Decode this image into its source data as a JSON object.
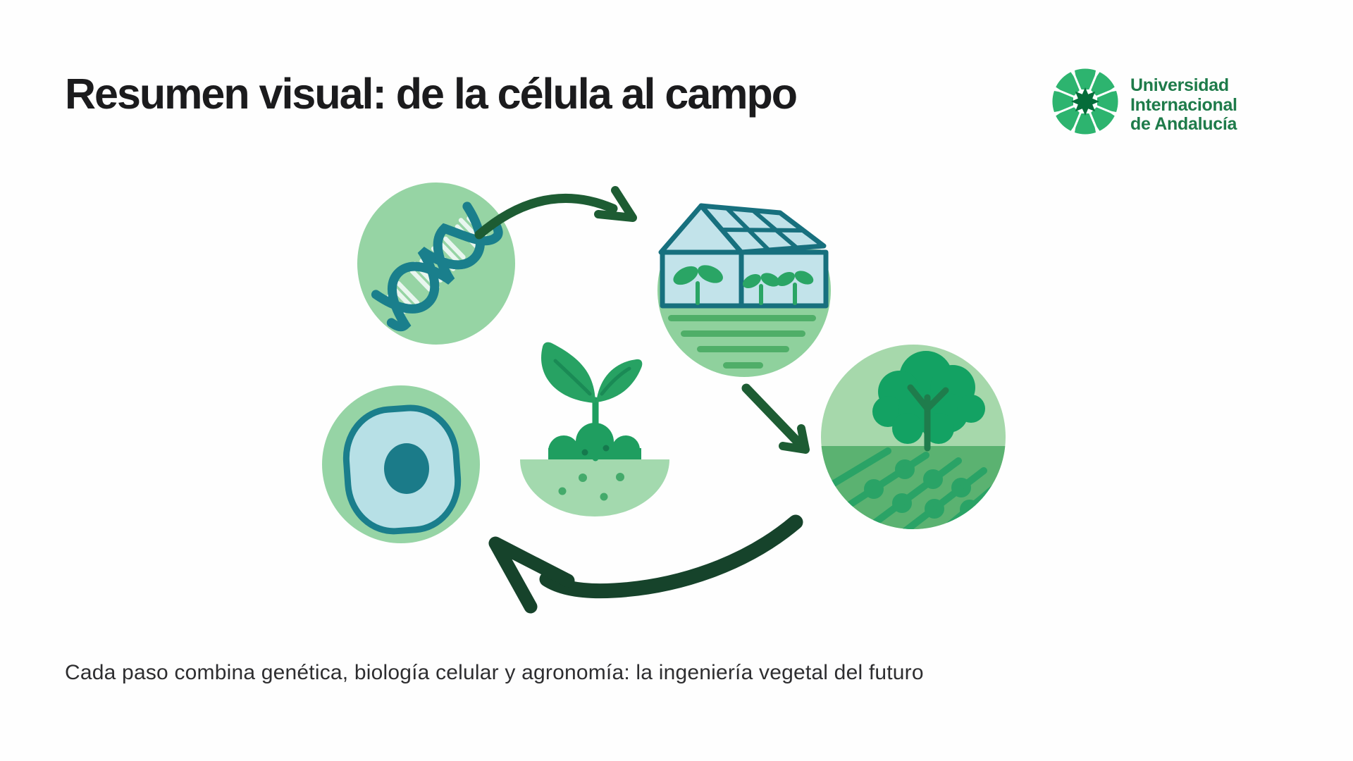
{
  "slide": {
    "title": "Resumen visual: de la célula al campo",
    "caption": "Cada paso combina genética, biología celular y agronomía: la ingeniería vegetal del futuro"
  },
  "logo": {
    "name": "Universidad Internacional de Andalucía",
    "line1": "Universidad",
    "line2": "Internacional",
    "line3": "de Andalucía"
  },
  "diagram": {
    "description_icons_cycle": [
      "dna-icon",
      "greenhouse-icon",
      "field-icon",
      "cell-icon",
      "seedling-icon"
    ],
    "arrows": [
      "arrow-dna-to-greenhouse",
      "arrow-greenhouse-to-field",
      "arrow-field-to-cell"
    ]
  },
  "colors": {
    "background": "#fefefe",
    "title_text": "#1b1b1d",
    "caption_text": "#2e2e30",
    "circle_light_green": "#96d4a4",
    "teal_outline": "#1a7e8c",
    "light_blue": "#bfe2e9",
    "dark_teal_nucleus": "#1b7b89",
    "leaf_green": "#27a263",
    "soil_green": "#1f9e60",
    "field_dark_green": "#5bb271",
    "furrow_green": "#2aa366",
    "tree_green": "#13a263",
    "trunk_green": "#1f7c4c",
    "arrow_green": "#1d5c33",
    "arrow_dark_green": "#16432b",
    "logo_green": "#2db46f",
    "logo_dark_green": "#056c39",
    "logo_text_green": "#1e7b4a"
  }
}
